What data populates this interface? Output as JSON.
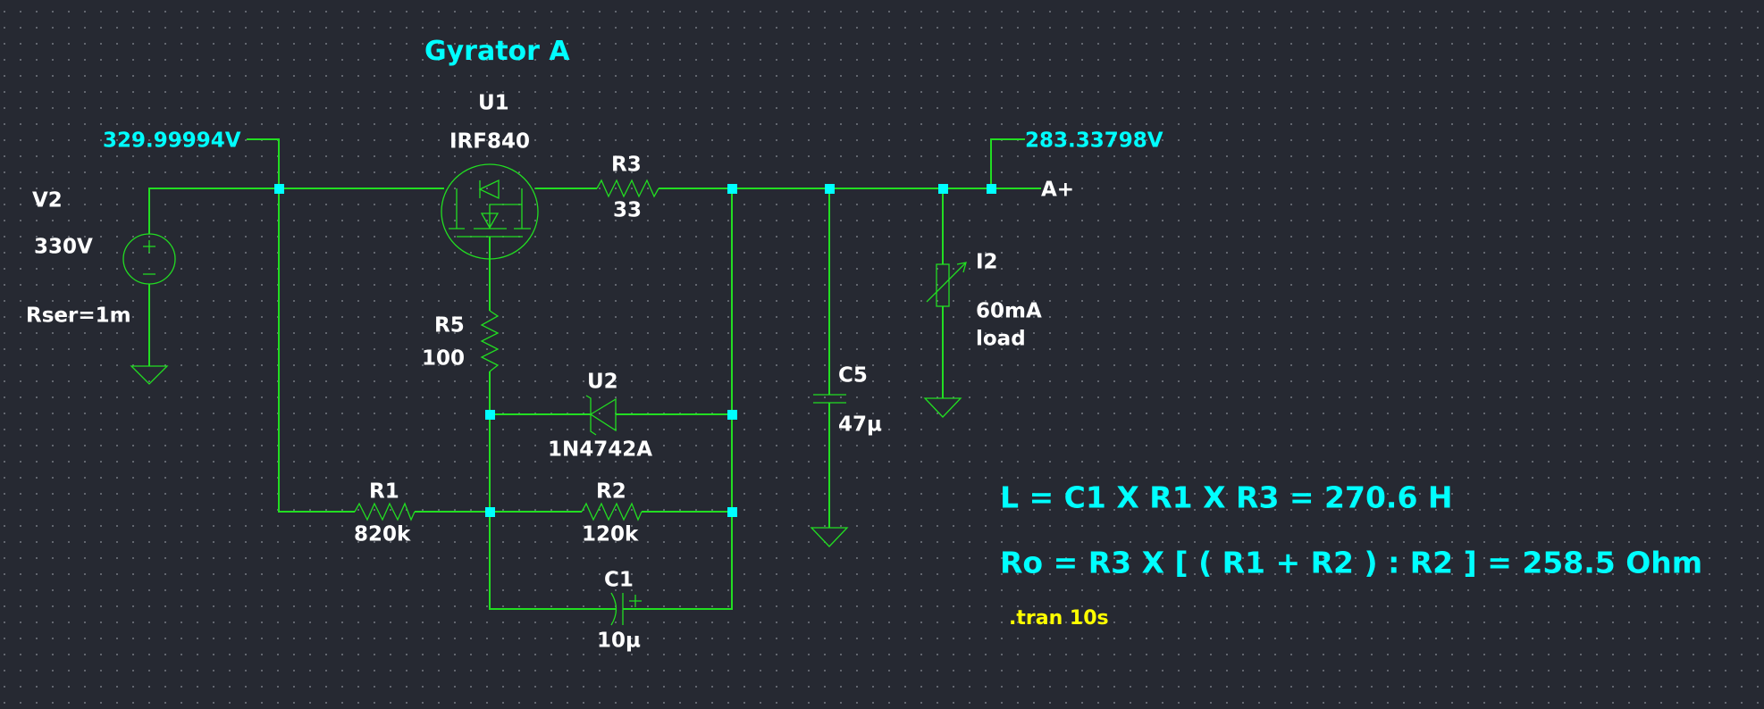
{
  "title": "Gyrator A",
  "colors": {
    "background": "#262932",
    "wire": "#22dd22",
    "junction": "#00ffff",
    "label": "#ffffff",
    "annotation": "#00ffff",
    "directive": "#ffff00"
  },
  "components": {
    "V2": {
      "name": "V2",
      "value": "330V",
      "param": "Rser=1m",
      "icon": "voltage-source-icon"
    },
    "U1": {
      "name": "U1",
      "value": "IRF840",
      "icon": "nmos-transistor-icon"
    },
    "R3": {
      "name": "R3",
      "value": "33",
      "icon": "resistor-icon"
    },
    "R5": {
      "name": "R5",
      "value": "100",
      "icon": "resistor-icon"
    },
    "U2": {
      "name": "U2",
      "value": "1N4742A",
      "icon": "zener-diode-icon"
    },
    "R1": {
      "name": "R1",
      "value": "820k",
      "icon": "resistor-icon"
    },
    "R2": {
      "name": "R2",
      "value": "120k",
      "icon": "resistor-icon"
    },
    "C1": {
      "name": "C1",
      "value": "10µ",
      "icon": "polarized-capacitor-icon"
    },
    "C5": {
      "name": "C5",
      "value": "47µ",
      "icon": "capacitor-icon"
    },
    "I2": {
      "name": "I2",
      "value": "60mA",
      "value2": "load",
      "icon": "current-source-icon"
    }
  },
  "net_labels": {
    "output": "A+"
  },
  "voltage_probes": {
    "input": "329.99994V",
    "output": "283.33798V"
  },
  "annotations": {
    "inductance": "L = C1 X R1 X R3 = 270.6 H",
    "output_resistance": "Ro = R3 X [ ( R1 + R2 ) : R2 ] =  258.5 Ohm"
  },
  "directive": ".tran 10s"
}
